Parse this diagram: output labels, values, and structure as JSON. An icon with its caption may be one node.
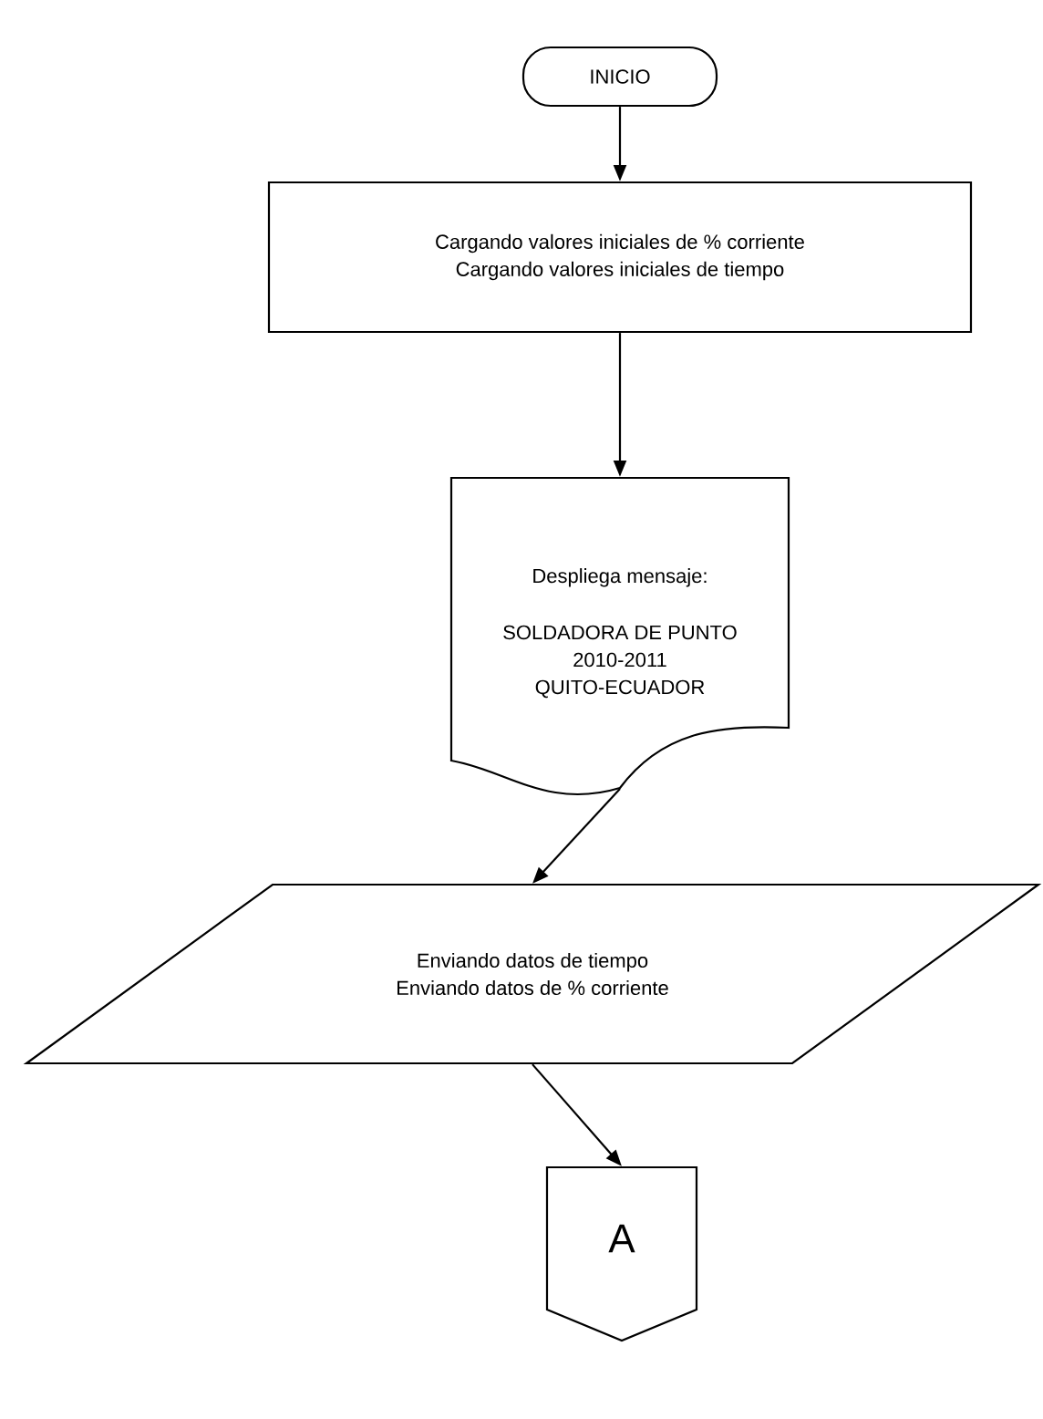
{
  "diagram": {
    "nodes": [
      {
        "text": [
          "INICIO"
        ]
      },
      {
        "text": [
          "Cargando valores iniciales de % corriente",
          "Cargando valores iniciales de tiempo"
        ]
      },
      {
        "text": [
          "Despliega mensaje:",
          "SOLDADORA DE PUNTO",
          "2010-2011",
          "QUITO-ECUADOR"
        ]
      },
      {
        "text": [
          "Enviando datos de tiempo",
          "Enviando datos de % corriente"
        ]
      },
      {
        "text": [
          "A"
        ]
      }
    ],
    "edges": [
      {
        "from": 0,
        "to": 1,
        "arrow": "to"
      },
      {
        "from": 1,
        "to": 2,
        "arrow": "to"
      },
      {
        "from": 2,
        "to": 3,
        "arrow": "to"
      },
      {
        "from": 3,
        "to": 4,
        "arrow": "to"
      }
    ]
  }
}
